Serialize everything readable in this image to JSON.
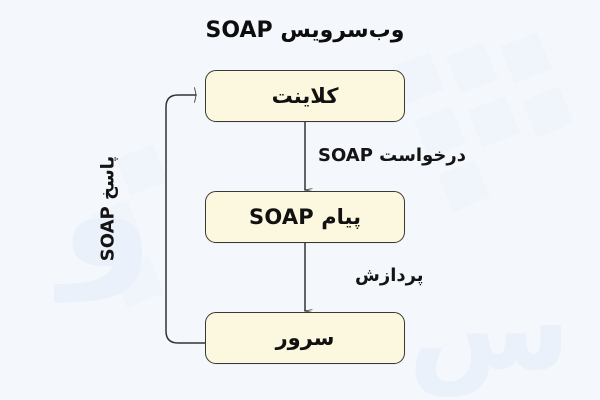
{
  "diagram": {
    "title": "وب‌سرویس SOAP",
    "background_color": "#f4f8fc",
    "node_fill_color": "#fcf8e0",
    "node_border_color": "#3a3a33",
    "edge_color": "#333333",
    "nodes": [
      {
        "id": "client",
        "label": "کلاینت"
      },
      {
        "id": "soap-message",
        "label": "پیام SOAP"
      },
      {
        "id": "server",
        "label": "سرور"
      }
    ],
    "edges": [
      {
        "id": "request",
        "from": "client",
        "to": "soap-message",
        "label": "درخواست SOAP"
      },
      {
        "id": "processing",
        "from": "soap-message",
        "to": "server",
        "label": "پردازش"
      },
      {
        "id": "response",
        "from": "server",
        "to": "client",
        "label": "پاسخ SOAP"
      }
    ],
    "watermark": {
      "glyph_one": "و",
      "glyph_two": "س"
    }
  }
}
